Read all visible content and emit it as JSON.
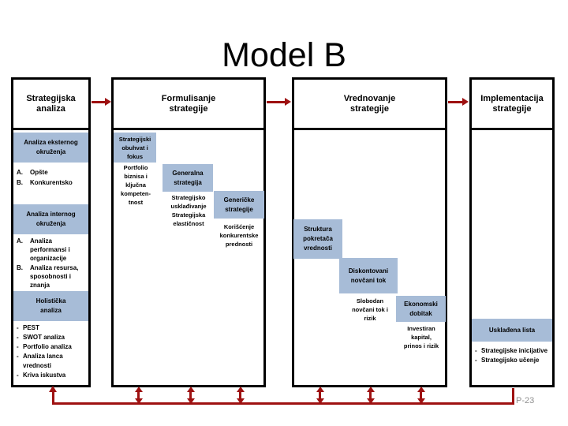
{
  "slide": {
    "title": "Model B",
    "page_number": "P-23"
  },
  "colors": {
    "box_fill_blue": "#a7bcd7",
    "arrow_red": "#9e1111",
    "border_black": "#000000",
    "page_number_gray": "#909090"
  },
  "columns": [
    {
      "header_lines": [
        "Strategijska",
        "analiza"
      ]
    },
    {
      "header_lines": [
        "Formulisanje",
        "strategije"
      ]
    },
    {
      "header_lines": [
        "Vrednovanje",
        "strategije"
      ]
    },
    {
      "header_lines": [
        "Implementacija",
        "strategije"
      ]
    }
  ],
  "analysis": {
    "external_box_lines": [
      "Analiza eksternog",
      "okruženja"
    ],
    "external_items": [
      {
        "prefix": "A.",
        "text": "Opšte"
      },
      {
        "prefix": "B.",
        "text": "Konkurentsko"
      }
    ],
    "internal_box_lines": [
      "Analiza internog",
      "okruženja"
    ],
    "internal_items": [
      {
        "prefix": "A.",
        "text": "Analiza performansi i organizacije"
      },
      {
        "prefix": "B.",
        "text": "Analiza resursa, sposobnosti i znanja"
      }
    ],
    "holistic_box_lines": [
      "Holistička",
      "analiza"
    ],
    "tool_items": [
      {
        "prefix": "-",
        "text": "PEST"
      },
      {
        "prefix": "-",
        "text": "SWOT analiza"
      },
      {
        "prefix": "-",
        "text": "Portfolio analiza"
      },
      {
        "prefix": "-",
        "text": "Analiza lanca vrednosti"
      },
      {
        "prefix": "-",
        "text": "Kriva iskustva"
      }
    ]
  },
  "formulation": {
    "scope_box_lines": [
      "Strategijski",
      "obuhvat i",
      "fokus"
    ],
    "portfolio_text_lines": [
      "Portfolio",
      "biznisa i",
      "ključna",
      "kompeten-",
      "tnost"
    ],
    "general_box_lines": [
      "Generalna",
      "strategija"
    ],
    "alignment_text_lines": [
      "Strategijsko",
      "usklađivanje",
      "Strategijska",
      "elastičnost"
    ],
    "generic_box_lines": [
      "Generičke",
      "strategije"
    ],
    "advantage_text_lines": [
      "Korišćenje",
      "konkurentske",
      "prednosti"
    ]
  },
  "evaluation": {
    "value_drivers_box_lines": [
      "Struktura",
      "pokretača",
      "vrednosti"
    ],
    "dcf_box_lines": [
      "Diskontovani",
      "novčani tok"
    ],
    "fcf_text_lines": [
      "Slobodan",
      "novčani tok i",
      "rizik"
    ],
    "economic_profit_box_lines": [
      "Ekonomski",
      "dobitak"
    ],
    "invested_capital_text_lines": [
      "Investiran",
      "kapital,",
      "prinos i rizik"
    ]
  },
  "implementation": {
    "scorecard_box_label": "Usklađena lista",
    "items": [
      {
        "prefix": "-",
        "text": "Strategijske inicijative"
      },
      {
        "prefix": "-",
        "text": "Strategijsko učenje"
      }
    ]
  }
}
